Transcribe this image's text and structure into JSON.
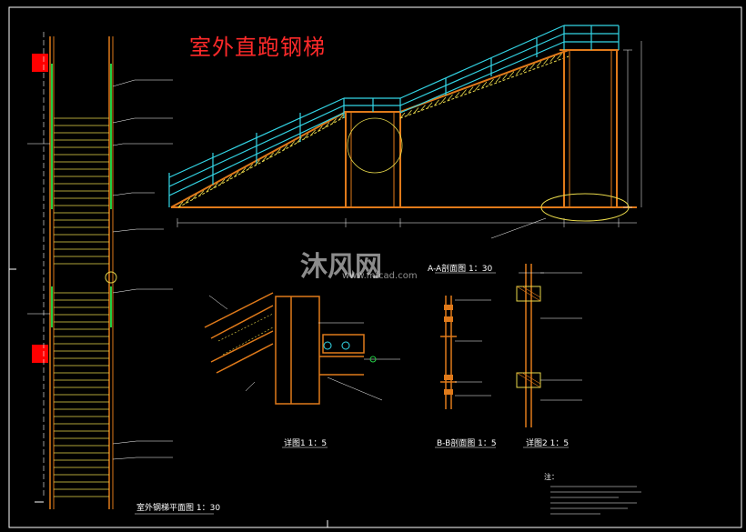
{
  "drawing": {
    "title": "室外直跑钢梯",
    "plan_title": "室外钢梯平面图  1：30",
    "detail1_title": "详图1  1：5",
    "section_bb_title": "B-B剖面图  1：5",
    "detail2_title": "详图2  1：5",
    "elevation_title": "A-A剖面图 1：30",
    "notes_label": "注：",
    "watermark_brand": "沐风网",
    "watermark_url": "www.mfcad.com"
  },
  "colors": {
    "background": "#000000",
    "stair_frame": "#e07a1a",
    "railing": "#33d6e6",
    "treads": "#e8d84a",
    "title": "#ff2a2a",
    "landing_block": "#ff0000",
    "dims": "#ffffff",
    "callout": "#22cc44"
  }
}
